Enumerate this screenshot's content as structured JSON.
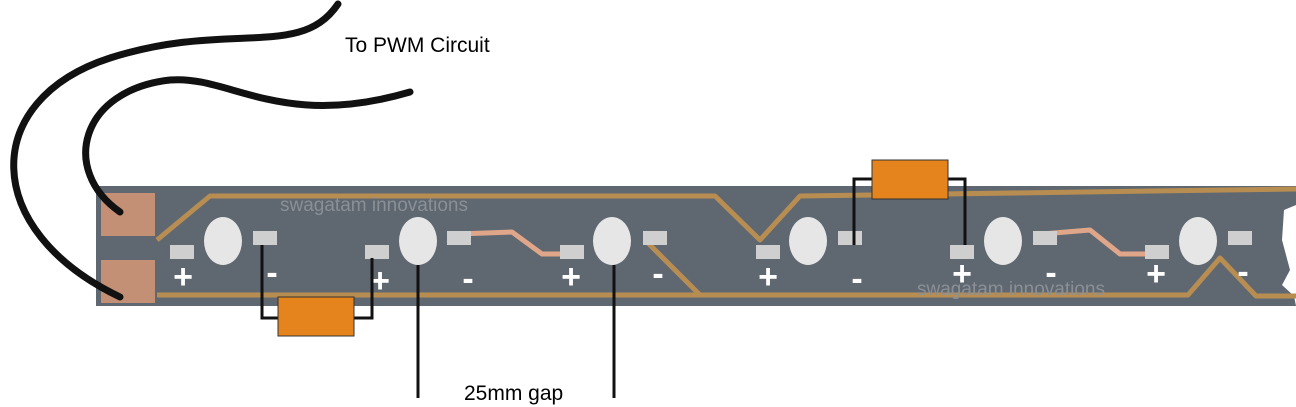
{
  "labels": {
    "pwm": "To PWM Circuit",
    "gap": "25mm gap"
  },
  "watermark": {
    "top": "swagatam innovations",
    "bottom": "swagatam innovations"
  },
  "signs": [
    "+",
    "-",
    "+",
    "-",
    "+",
    "-",
    "+",
    "-",
    "+",
    "-",
    "+",
    "-"
  ],
  "colors": {
    "strip": "#5f6770",
    "trace": "#b88d52",
    "pad": "#c49075",
    "resistor": "#e5841c",
    "led": "#e6e6e6",
    "wire": "#111111",
    "jumper": "#e0a68a"
  }
}
